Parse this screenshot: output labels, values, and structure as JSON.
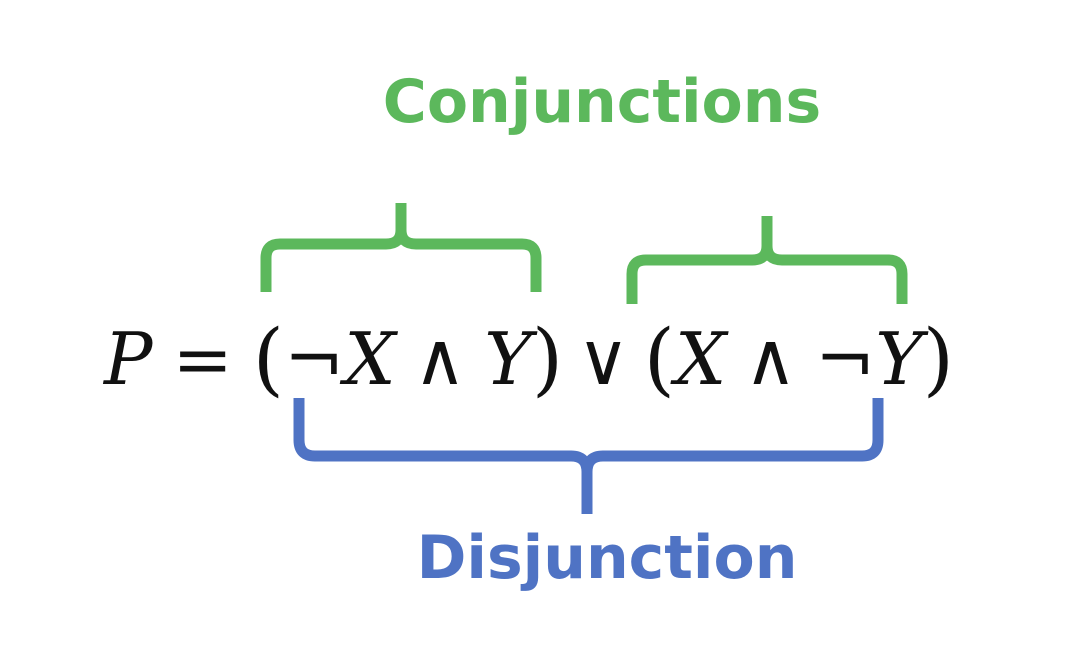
{
  "labels": {
    "conjunctions": "Conjunctions",
    "disjunction": "Disjunction"
  },
  "formula": {
    "lhs": "P",
    "equals": "=",
    "open_paren": "(",
    "close_paren": ")",
    "not": "¬",
    "and": "∧",
    "or": "∨",
    "var_x": "X",
    "var_y": "Y"
  },
  "colors": {
    "conjunction_brace": "#5cb85c",
    "disjunction_brace": "#4f73c4",
    "formula_text": "#111111"
  }
}
